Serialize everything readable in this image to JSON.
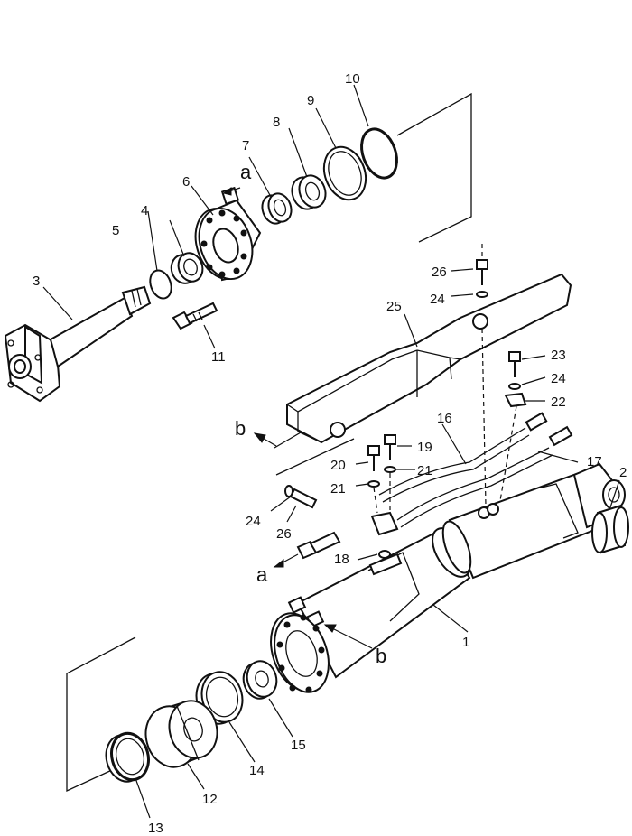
{
  "part_labels": {
    "p1": "1",
    "p2": "2",
    "p3": "3",
    "p4": "4",
    "p5": "5",
    "p6": "6",
    "p7": "7",
    "p8": "8",
    "p9": "9",
    "p10": "10",
    "p11": "11",
    "p12": "12",
    "p13": "13",
    "p14": "14",
    "p15": "15",
    "p16": "16",
    "p17": "17",
    "p18": "18",
    "p19": "19",
    "p20": "20",
    "p21": "21",
    "p22": "22",
    "p23": "23",
    "p24": "24",
    "p25": "25",
    "p26": "26"
  },
  "ref_labels": {
    "a": "a",
    "b": "b"
  }
}
